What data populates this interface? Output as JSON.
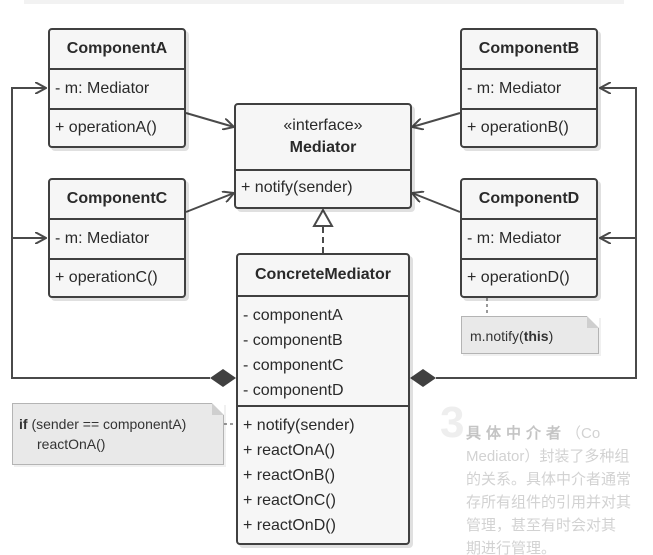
{
  "component_a": {
    "name": "ComponentA",
    "field": "- m: Mediator",
    "method": "+ operationA()"
  },
  "component_b": {
    "name": "ComponentB",
    "field": "- m: Mediator",
    "method": "+ operationB()"
  },
  "component_c": {
    "name": "ComponentC",
    "field": "- m: Mediator",
    "method": "+ operationC()"
  },
  "component_d": {
    "name": "ComponentD",
    "field": "- m: Mediator",
    "method": "+ operationD()"
  },
  "mediator": {
    "stereotype": "«interface»",
    "name": "Mediator",
    "method": "+ notify(sender)"
  },
  "concrete_mediator": {
    "name": "ConcreteMediator",
    "fields": [
      "- componentA",
      "- componentB",
      "- componentC",
      "- componentD"
    ],
    "methods": [
      "+ notify(sender)",
      "+ reactOnA()",
      "+ reactOnB()",
      "+ reactOnC()",
      "+ reactOnD()"
    ]
  },
  "note_notify": {
    "prefix": "m.notify(",
    "keyword": "this",
    "suffix": ")"
  },
  "note_if": {
    "keyword": "if",
    "condition": " (sender == componentA)",
    "body": "reactOnA()"
  },
  "side_text": {
    "number": "3",
    "heading": "具体中介者",
    "lines": [
      "（Co",
      "Mediator）封装了多种组",
      "的关系。具体中介者通常",
      "存所有组件的引用并对其",
      "管理，甚至有时会对其",
      "期进行管理。"
    ]
  },
  "colors": {
    "border": "#404040",
    "box_fill": "#f6f6f6",
    "note_fill": "#e9e9e9",
    "line": "#4a4a4a"
  }
}
